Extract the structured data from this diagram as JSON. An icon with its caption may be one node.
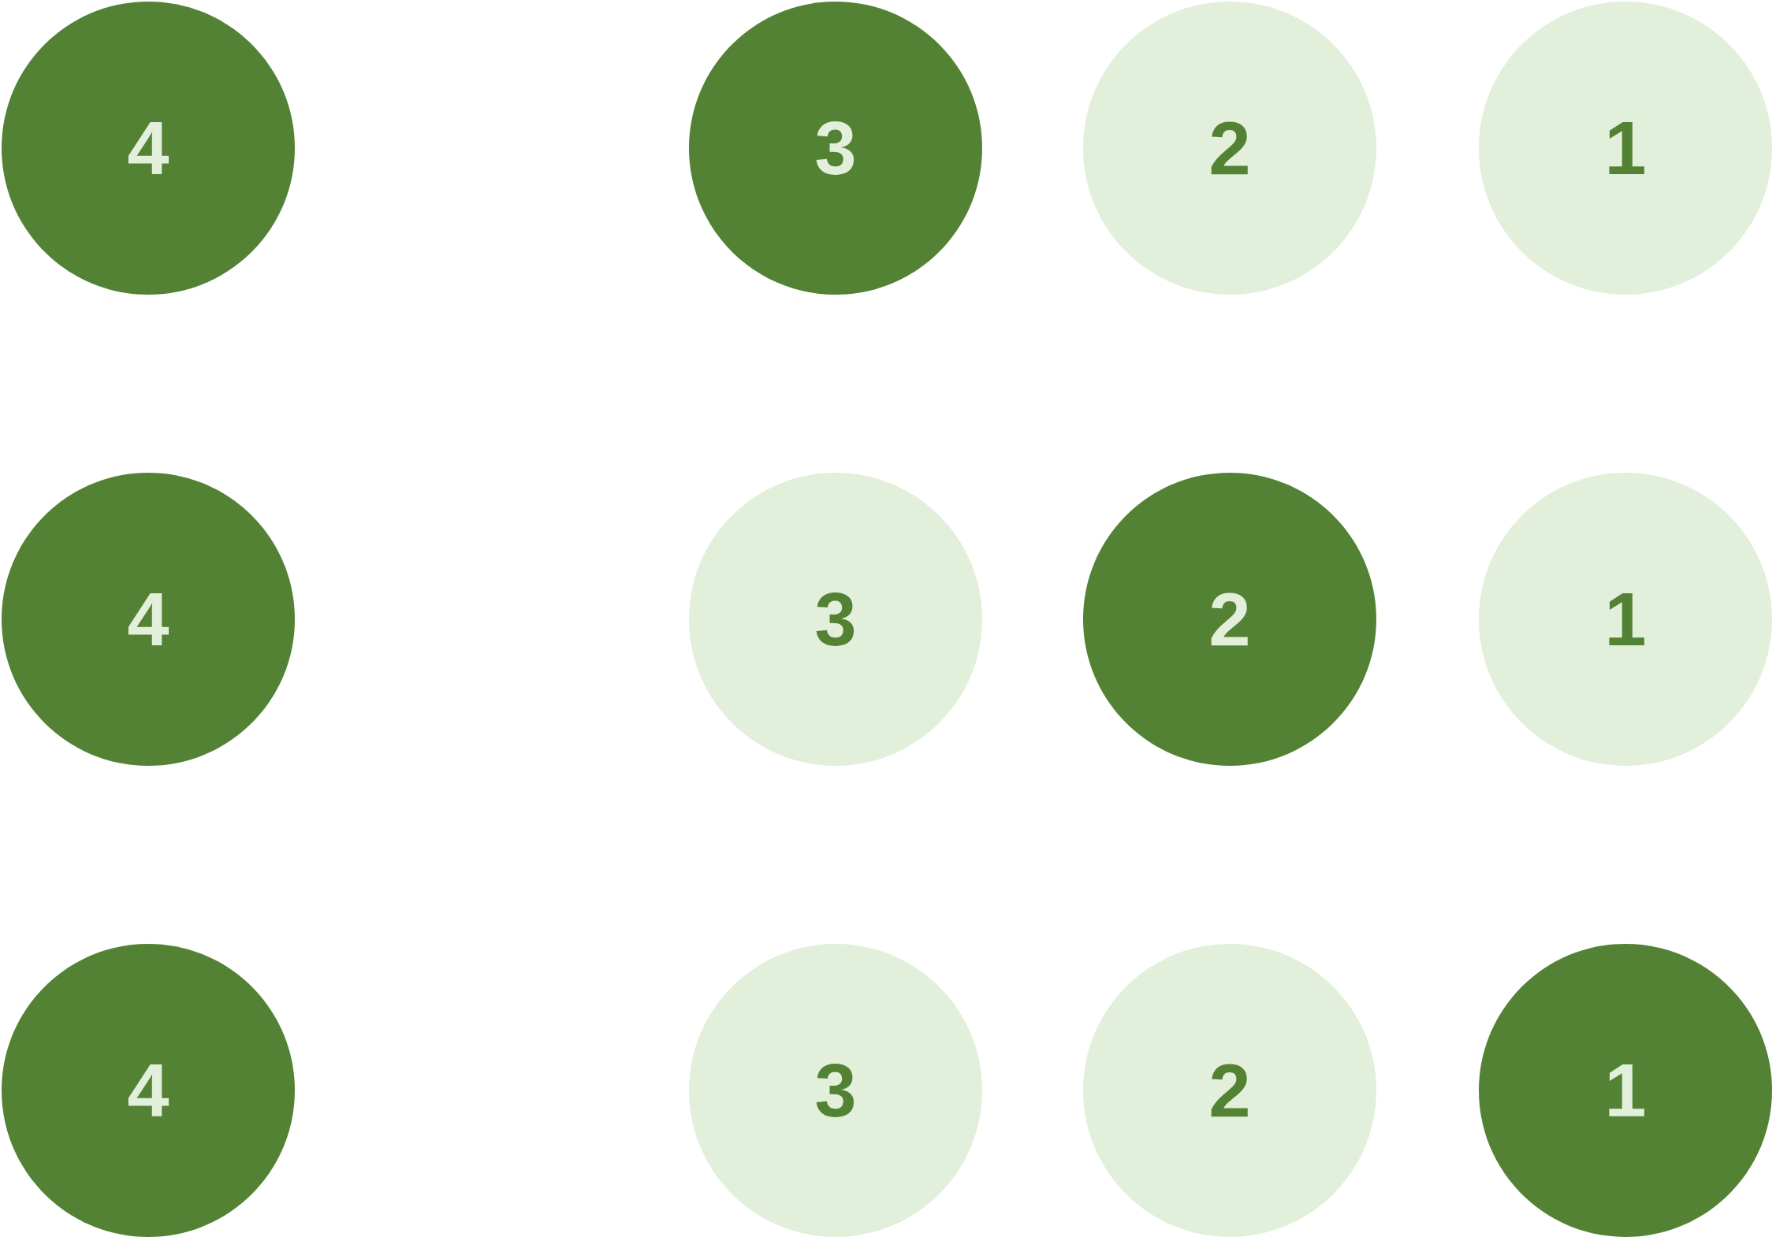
{
  "diagram": {
    "nodes": [
      {
        "text": [
          "4"
        ]
      },
      {
        "text": [
          "3"
        ]
      },
      {
        "text": [
          "2"
        ]
      },
      {
        "text": [
          "1"
        ]
      },
      {
        "text": [
          "4"
        ]
      },
      {
        "text": [
          "3"
        ]
      },
      {
        "text": [
          "2"
        ]
      },
      {
        "text": [
          "1"
        ]
      },
      {
        "text": [
          "4"
        ]
      },
      {
        "text": [
          "3"
        ]
      },
      {
        "text": [
          "2"
        ]
      },
      {
        "text": [
          "1"
        ]
      }
    ]
  }
}
